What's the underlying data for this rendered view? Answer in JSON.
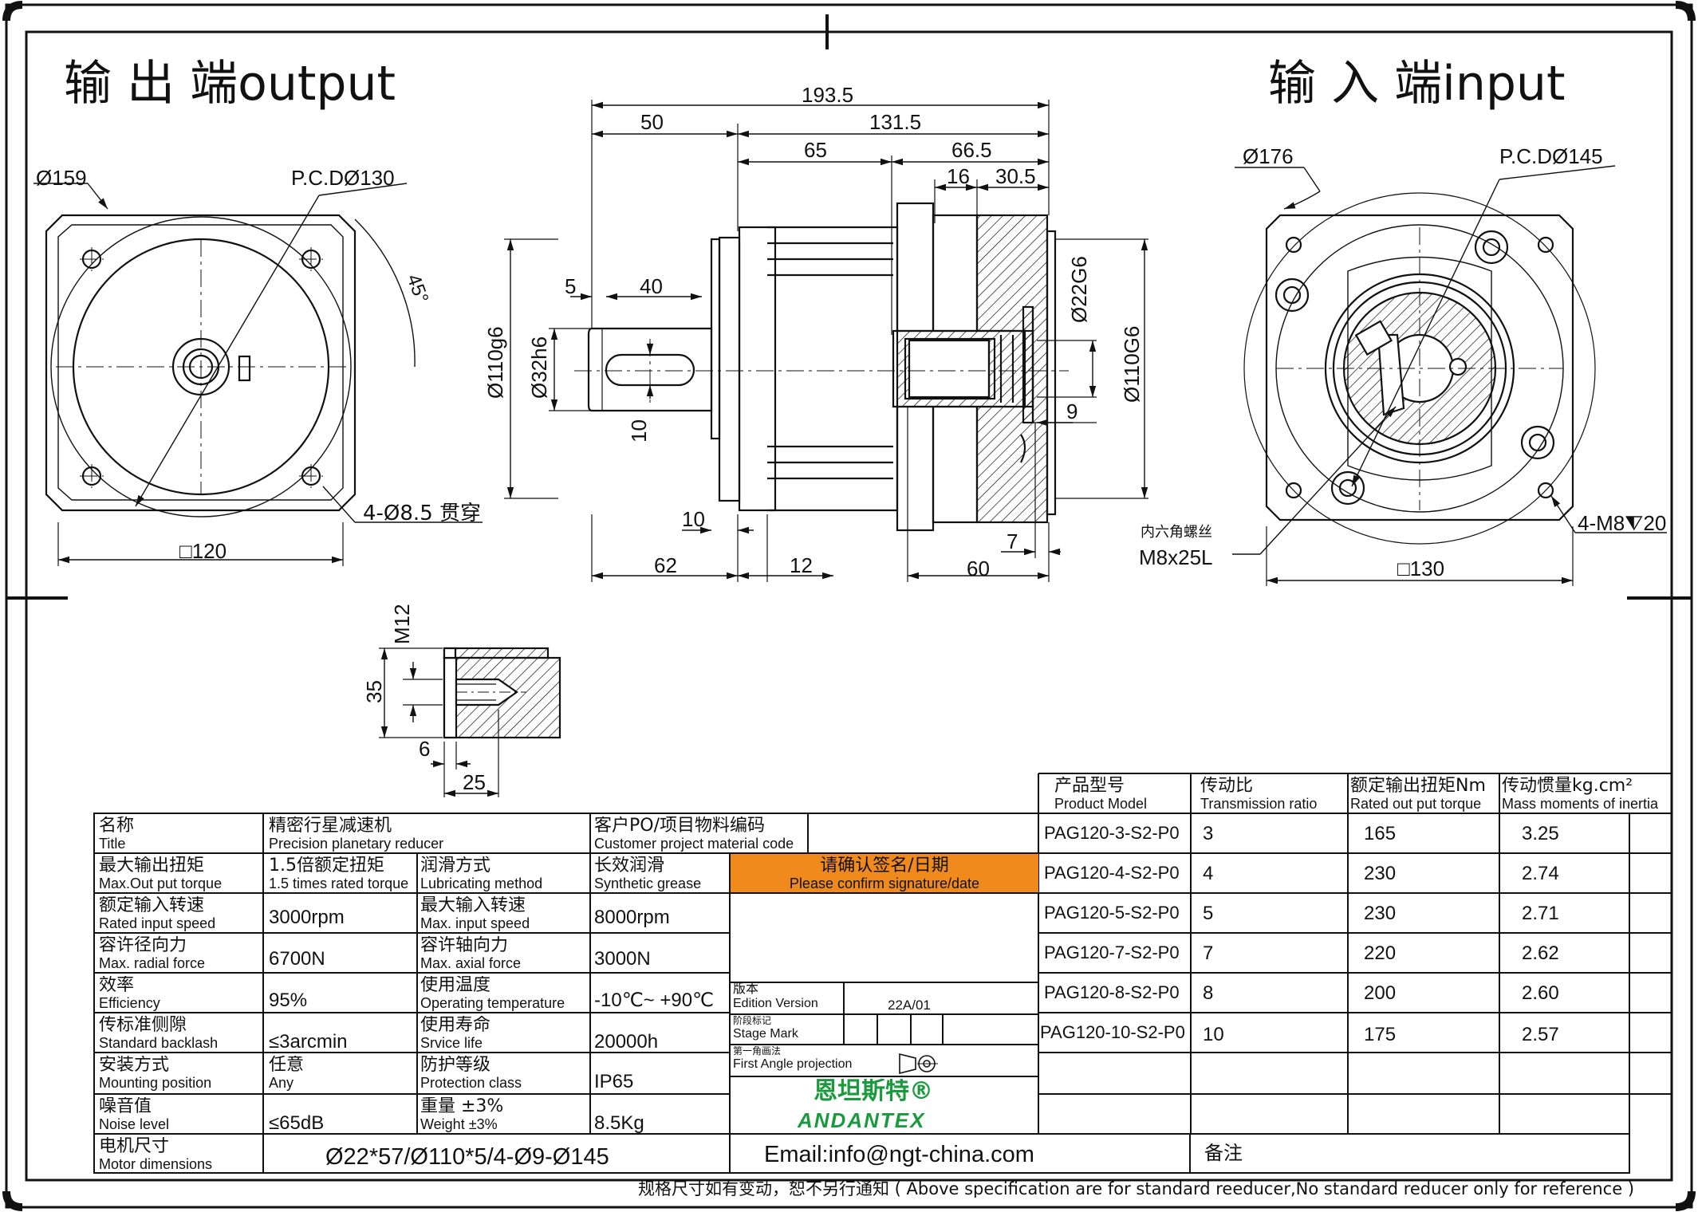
{
  "headers": {
    "output_title": "输 出 端output",
    "input_title": "输 入 端input"
  },
  "dimensions": {
    "top_total": "193.5",
    "d50": "50",
    "d131_5": "131.5",
    "d65": "65",
    "d66_5": "66.5",
    "d16": "16",
    "d30_5": "30.5",
    "d5": "5",
    "d40": "40",
    "d10_key": "10",
    "d10": "10",
    "d62": "62",
    "d12": "12",
    "d60": "60",
    "d7": "7",
    "d9": "9",
    "dia110_left": "Ø110g6",
    "dia32": "Ø32h6",
    "dia22": "Ø22G6",
    "dia110_right": "Ø110G6",
    "out_dia159": "Ø159",
    "out_pcd": "P.C.DØ130",
    "out_angle": "45°",
    "out_holes": "4-Ø8.5 贯穿",
    "out_square": "□120",
    "in_dia176": "Ø176",
    "in_pcd": "P.C.DØ145",
    "in_holes": "4-M8⧨20",
    "in_square": "□130",
    "in_screw_cn": "内六角螺丝",
    "in_screw": "M8x25L",
    "detail_m12": "M12",
    "detail_35": "35",
    "detail_6": "6",
    "detail_25": "25"
  },
  "spec_table": {
    "rows": [
      [
        {
          "cn": "名称",
          "en": "Title"
        },
        {
          "cn": "精密行星减速机",
          "en": "Precision planetary reducer"
        },
        {
          "cn": "客户PO/项目物料编码",
          "en": "Customer project material code"
        }
      ],
      [
        {
          "cn": "最大输出扭矩",
          "en": "Max.Out put torque"
        },
        {
          "cn": "1.5倍额定扭矩",
          "en": "1.5 times rated torque"
        },
        {
          "cn": "润滑方式",
          "en": "Lubricating method"
        },
        {
          "cn": "长效润滑",
          "en": "Synthetic grease"
        }
      ],
      [
        {
          "cn": "额定输入转速",
          "en": "Rated input speed"
        },
        {
          "val": "3000rpm"
        },
        {
          "cn": "最大输入转速",
          "en": "Max. input speed"
        },
        {
          "val": "8000rpm"
        }
      ],
      [
        {
          "cn": "容许径向力",
          "en": "Max. radial force"
        },
        {
          "val": "6700N"
        },
        {
          "cn": "容许轴向力",
          "en": "Max. axial force"
        },
        {
          "val": "3000N"
        }
      ],
      [
        {
          "cn": "效率",
          "en": "Efficiency"
        },
        {
          "val": "95%"
        },
        {
          "cn": "使用温度",
          "en": "Operating temperature"
        },
        {
          "val": "-10℃~ +90℃"
        }
      ],
      [
        {
          "cn": "传标准侧隙",
          "en": "Standard backlash"
        },
        {
          "val": "≤3arcmin"
        },
        {
          "cn": "使用寿命",
          "en": "Srvice life"
        },
        {
          "val": "20000h"
        }
      ],
      [
        {
          "cn": "安装方式",
          "en": "Mounting position"
        },
        {
          "cn": "任意",
          "en": "Any"
        },
        {
          "cn": "防护等级",
          "en": "Protection class"
        },
        {
          "val": "IP65"
        }
      ],
      [
        {
          "cn": "噪音值",
          "en": "Noise level"
        },
        {
          "val": "≤65dB"
        },
        {
          "cn": "重量 ±3%",
          "en": "Weight ±3%"
        },
        {
          "val": "8.5Kg"
        }
      ],
      [
        {
          "cn": "电机尺寸",
          "en": "Motor dimensions"
        },
        {
          "val": "Ø22*57/Ø110*5/4-Ø9-Ø145"
        }
      ]
    ],
    "confirm_cn": "请确认签名/日期",
    "confirm_en": "Please confirm signature/date",
    "edition_cn": "版本",
    "edition_en": "Edition Version",
    "edition_val": "22A/01",
    "stage_cn": "阶段标记",
    "stage_en": "Stage Mark",
    "projection_cn": "第一角画法",
    "projection_en": "First Angle projection",
    "brand_cn": "恩坦斯特®",
    "brand_en": "ANDANTEX",
    "email": "Email:info@ngt-china.com",
    "remark": "备注"
  },
  "model_table": {
    "headers": [
      {
        "cn": "产品型号",
        "en": "Product Model"
      },
      {
        "cn": "传动比",
        "en": "Transmission ratio"
      },
      {
        "cn": "额定输出扭矩Nm",
        "en": "Rated out put torque"
      },
      {
        "cn": "传动惯量kg.cm²",
        "en": "Mass moments of inertia"
      }
    ],
    "rows": [
      [
        "PAG120-3-S2-P0",
        "3",
        "165",
        "3.25"
      ],
      [
        "PAG120-4-S2-P0",
        "4",
        "230",
        "2.74"
      ],
      [
        "PAG120-5-S2-P0",
        "5",
        "230",
        "2.71"
      ],
      [
        "PAG120-7-S2-P0",
        "7",
        "220",
        "2.62"
      ],
      [
        "PAG120-8-S2-P0",
        "8",
        "200",
        "2.60"
      ],
      [
        "PAG120-10-S2-P0",
        "10",
        "175",
        "2.57"
      ]
    ]
  },
  "footer_note": "规格尺寸如有变动，恕不另行通知 ( Above specification are for standard reeducer,No standard reducer only for reference )"
}
